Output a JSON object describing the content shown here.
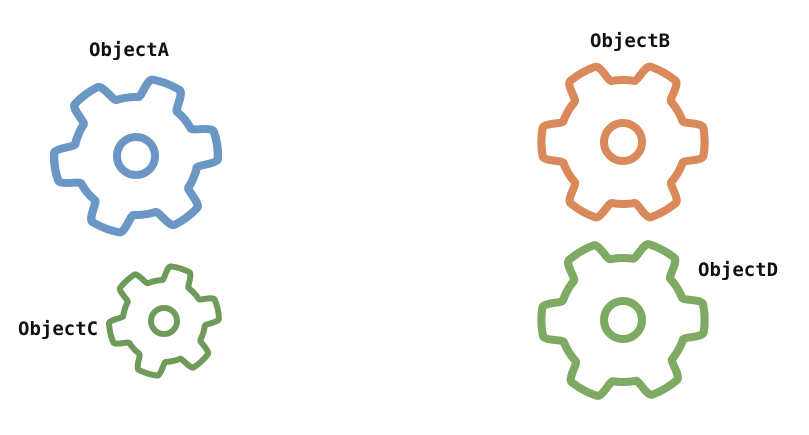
{
  "diagram": {
    "objects": [
      {
        "id": "a",
        "label": "ObjectA",
        "color": "#6b97c4"
      },
      {
        "id": "b",
        "label": "ObjectB",
        "color": "#d9895a"
      },
      {
        "id": "c",
        "label": "ObjectC",
        "color": "#6e9a5a"
      },
      {
        "id": "d",
        "label": "ObjectD",
        "color": "#7faa64"
      }
    ]
  }
}
